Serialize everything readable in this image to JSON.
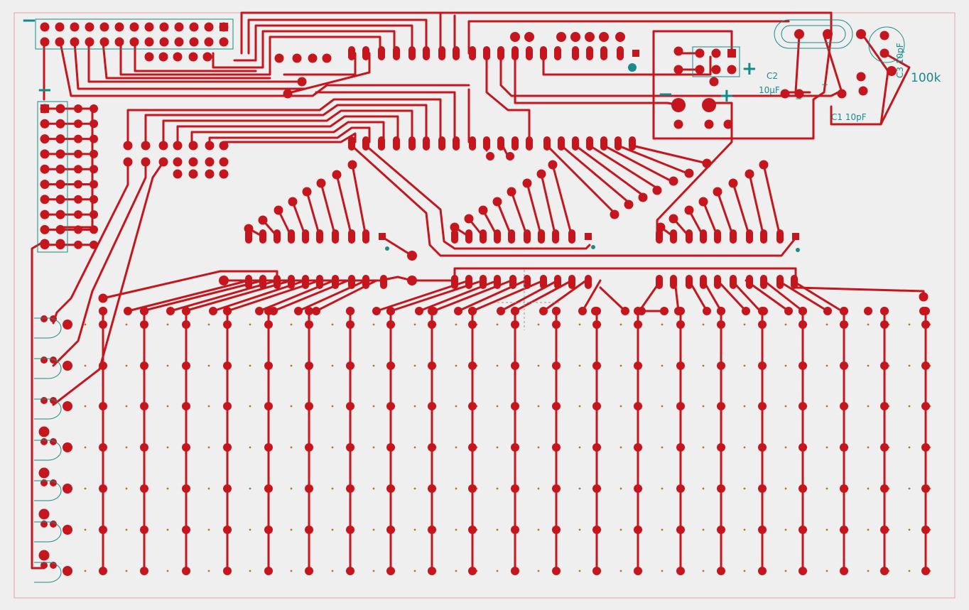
{
  "board": {
    "colors": {
      "background": "#efefef",
      "copper": "#c4161c",
      "silkscreen": "#1a8a8a",
      "drill_dot": "#b27a1a",
      "outline": "#e8a0a0"
    }
  },
  "labels": {
    "c2_name": "C2",
    "c2_value": "10µF",
    "c1": "C1 10pF",
    "c3": "C3 10pF",
    "pot": "100k",
    "minus": "−",
    "plus": "+"
  }
}
